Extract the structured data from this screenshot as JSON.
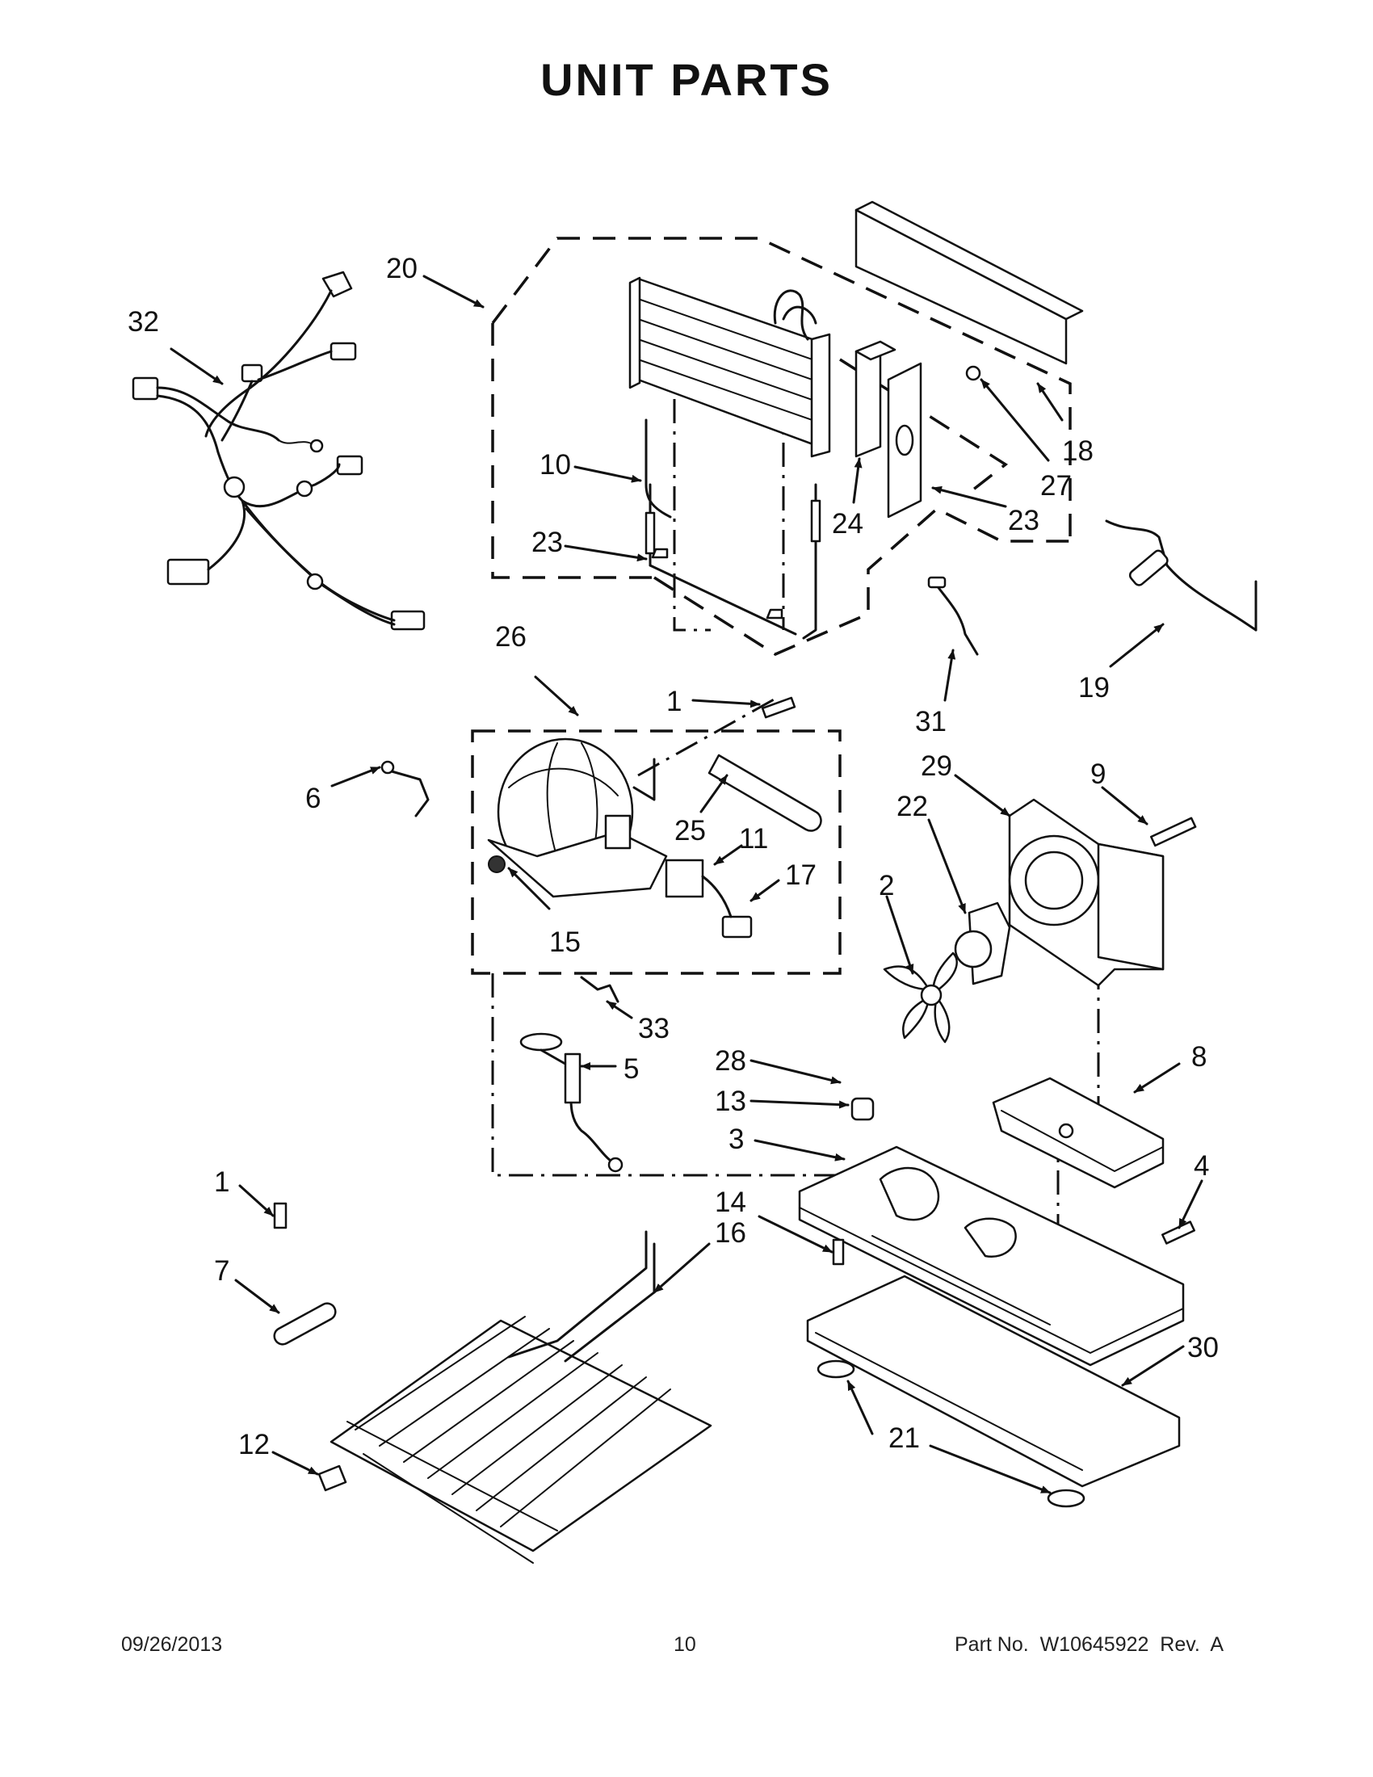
{
  "title": "UNIT PARTS",
  "callouts": [
    {
      "id": "c20",
      "label": "20"
    },
    {
      "id": "c32",
      "label": "32"
    },
    {
      "id": "c10",
      "label": "10"
    },
    {
      "id": "c23a",
      "label": "23"
    },
    {
      "id": "c24",
      "label": "24"
    },
    {
      "id": "c23b",
      "label": "23"
    },
    {
      "id": "c18",
      "label": "18"
    },
    {
      "id": "c27",
      "label": "27"
    },
    {
      "id": "c26",
      "label": "26"
    },
    {
      "id": "c1a",
      "label": "1"
    },
    {
      "id": "c31",
      "label": "31"
    },
    {
      "id": "c19",
      "label": "19"
    },
    {
      "id": "c6",
      "label": "6"
    },
    {
      "id": "c25",
      "label": "25"
    },
    {
      "id": "c11",
      "label": "11"
    },
    {
      "id": "c17",
      "label": "17"
    },
    {
      "id": "c15",
      "label": "15"
    },
    {
      "id": "c29",
      "label": "29"
    },
    {
      "id": "c9",
      "label": "9"
    },
    {
      "id": "c22",
      "label": "22"
    },
    {
      "id": "c2",
      "label": "2"
    },
    {
      "id": "c33",
      "label": "33"
    },
    {
      "id": "c5",
      "label": "5"
    },
    {
      "id": "c28",
      "label": "28"
    },
    {
      "id": "c13",
      "label": "13"
    },
    {
      "id": "c8",
      "label": "8"
    },
    {
      "id": "c3",
      "label": "3"
    },
    {
      "id": "c1b",
      "label": "1"
    },
    {
      "id": "c14",
      "label": "14"
    },
    {
      "id": "c16",
      "label": "16"
    },
    {
      "id": "c4",
      "label": "4"
    },
    {
      "id": "c7",
      "label": "7"
    },
    {
      "id": "c30",
      "label": "30"
    },
    {
      "id": "c12",
      "label": "12"
    },
    {
      "id": "c21",
      "label": "21"
    }
  ],
  "footer": {
    "date": "09/26/2013",
    "page": "10",
    "part_no": "Part No.  W10645922  Rev.  A"
  }
}
